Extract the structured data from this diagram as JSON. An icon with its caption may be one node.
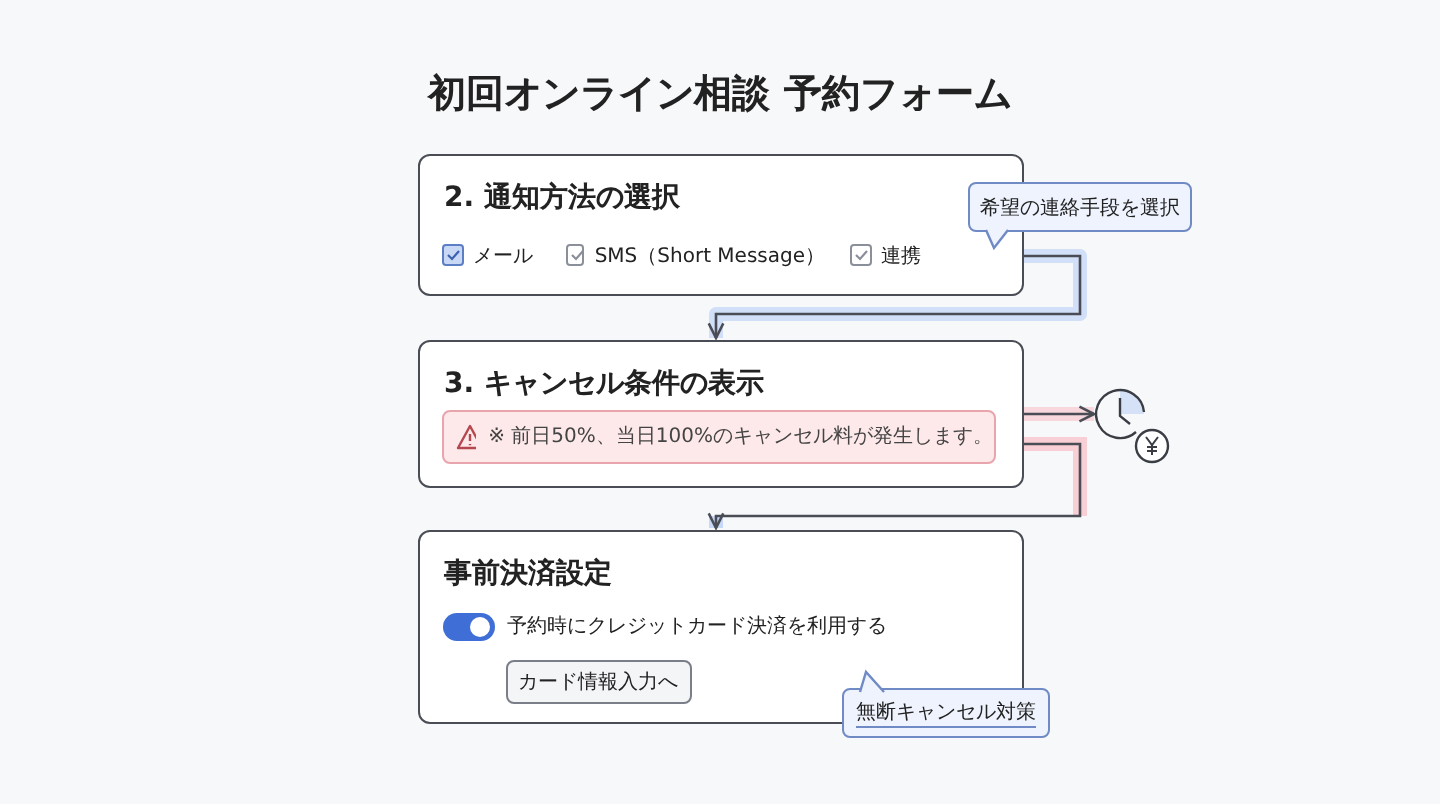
{
  "diagram": {
    "title": "初回オンライン相談 予約フォーム",
    "nodes": [
      {
        "text": [
          "2. 通知方法の選択"
        ]
      },
      {
        "text": [
          "メール"
        ],
        "in": 0
      },
      {
        "text": [
          "SMS（Short Message）"
        ],
        "in": 0
      },
      {
        "text": [
          "連携"
        ],
        "in": 0
      },
      {
        "text": [
          "希望の連絡手段を選択"
        ]
      },
      {
        "text": [
          "3. キャンセル条件の表示"
        ]
      },
      {
        "text": [
          "※ 前日50%、当日100%のキャンセル料が発生します。"
        ],
        "in": 5
      },
      {
        "text": [],
        "shape": "clock"
      },
      {
        "text": [
          "事前決済設定"
        ]
      },
      {
        "text": [
          "予約時にクレジットカード決済を利用する"
        ],
        "in": 8
      },
      {
        "text": [
          "カード情報入力へ"
        ],
        "in": 8
      },
      {
        "text": [
          "無断キャンセル対策"
        ]
      }
    ],
    "edges": [
      {
        "from": 0,
        "to": 5,
        "arrow": "to"
      },
      {
        "from": 5,
        "to": 7,
        "arrow": "to"
      },
      {
        "from": 5,
        "to": 8,
        "arrow": "to"
      }
    ]
  }
}
